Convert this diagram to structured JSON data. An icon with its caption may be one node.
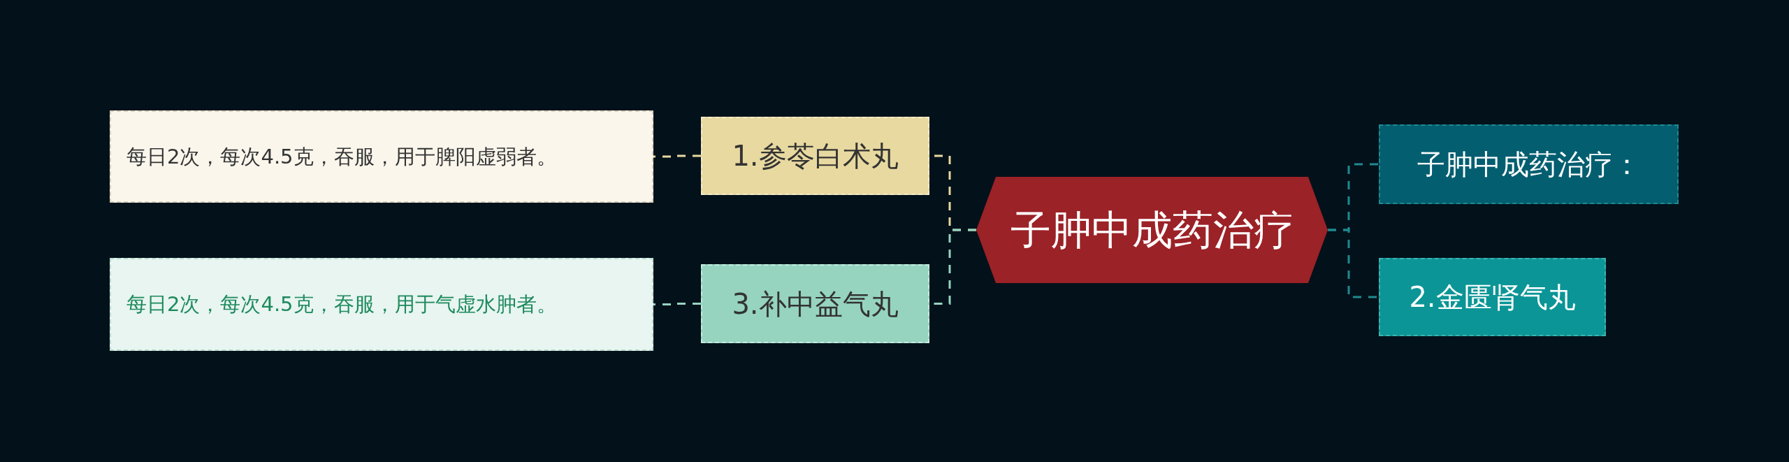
{
  "diagram": {
    "nodes": [
      {
        "text": [
          "子肿中成药治疗"
        ]
      },
      {
        "text": [
          "子肿中成药治疗："
        ]
      },
      {
        "text": [
          "2.金匮肾气丸"
        ]
      },
      {
        "text": [
          "1.参苓白术丸"
        ]
      },
      {
        "text": [
          "每日2次，每次4.5克，吞服，用于脾阳虚弱者。"
        ]
      },
      {
        "text": [
          "3.补中益气丸"
        ]
      },
      {
        "text": [
          "每日2次，每次4.5克，吞服，用于气虚水肿者。"
        ]
      }
    ],
    "edges": [
      {
        "from": 0,
        "to": 1,
        "arrow": "none",
        "style": "dashed",
        "color": "#1f8a8f"
      },
      {
        "from": 0,
        "to": 2,
        "arrow": "none",
        "style": "dashed",
        "color": "#1f8a8f"
      },
      {
        "from": 0,
        "to": 3,
        "arrow": "none",
        "style": "dashed",
        "color": "#e8d9a0"
      },
      {
        "from": 3,
        "to": 4,
        "arrow": "none",
        "style": "dashed",
        "color": "#e8d9a0"
      },
      {
        "from": 0,
        "to": 5,
        "arrow": "none",
        "style": "dashed",
        "color": "#96d4c0"
      },
      {
        "from": 5,
        "to": 6,
        "arrow": "none",
        "style": "dashed",
        "color": "#96d4c0"
      }
    ]
  }
}
